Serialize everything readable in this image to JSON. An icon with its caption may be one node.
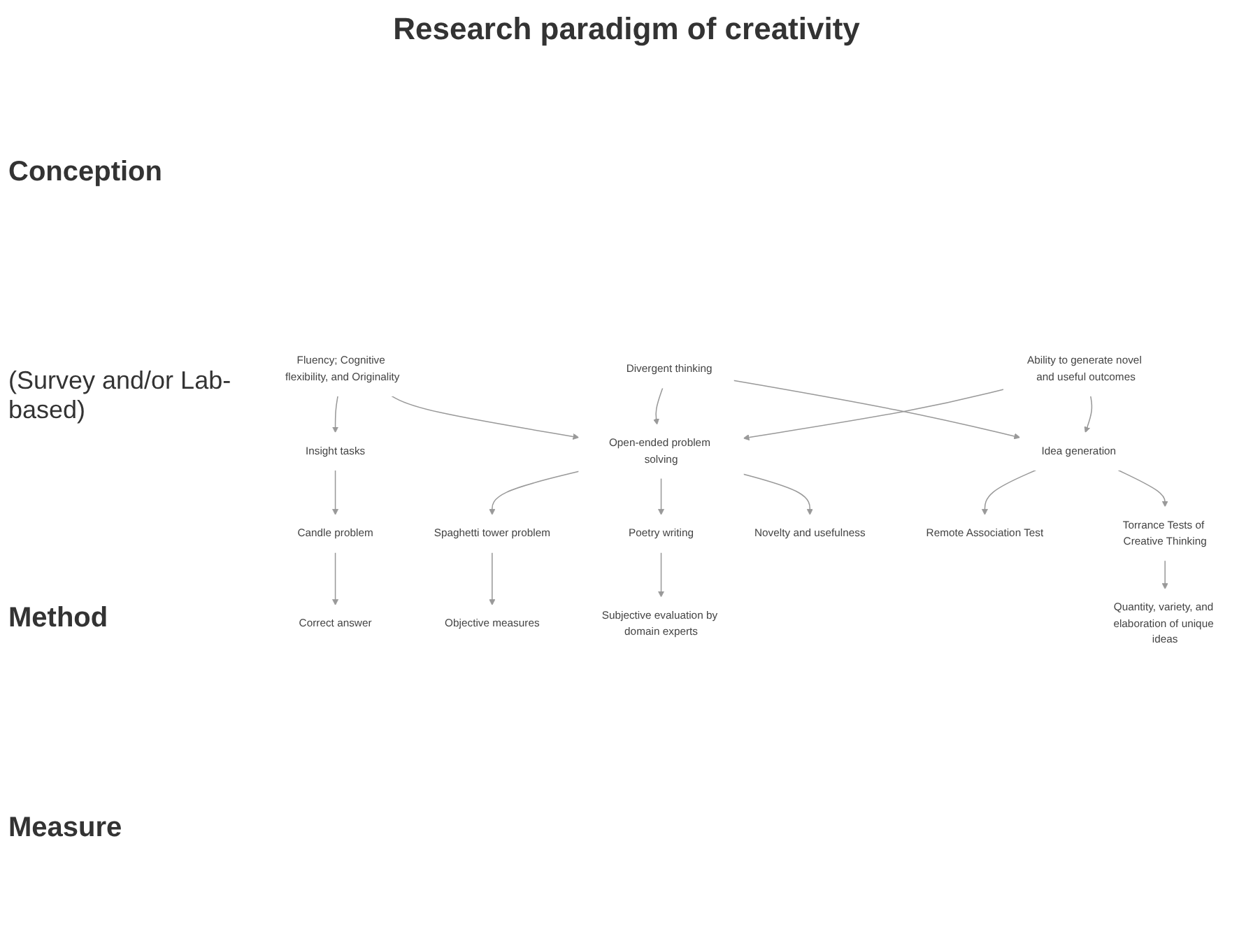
{
  "diagram": {
    "title": "Research paradigm of creativity",
    "nodes": [
      {
        "text": [
          "Fluency; Cognitive flexibility, and Originality"
        ]
      },
      {
        "text": [
          "Divergent thinking"
        ]
      },
      {
        "text": [
          "Ability to generate novel and useful outcomes"
        ]
      },
      {
        "text": [
          "Insight tasks"
        ]
      },
      {
        "text": [
          "Open-ended problem solving"
        ]
      },
      {
        "text": [
          "Idea generation"
        ]
      },
      {
        "text": [
          "Candle problem"
        ]
      },
      {
        "text": [
          "Spaghetti tower problem"
        ]
      },
      {
        "text": [
          "Remote Association Test"
        ]
      },
      {
        "text": [
          "Poetry writing"
        ]
      },
      {
        "text": [
          "Torrance Tests of Creative Thinking"
        ]
      },
      {
        "text": [
          "Correct answer"
        ]
      },
      {
        "text": [
          "Subjective evaluation by domain experts"
        ]
      },
      {
        "text": [
          "Quantity, variety, and elaboration of unique ideas"
        ]
      },
      {
        "text": [
          "Objective measures"
        ]
      },
      {
        "text": [
          "Novelty and usefulness"
        ]
      }
    ],
    "edges": [
      {
        "from": 0,
        "to": 3,
        "arrow": "to"
      },
      {
        "from": 0,
        "to": 4,
        "arrow": "to"
      },
      {
        "from": 1,
        "to": 4,
        "arrow": "to"
      },
      {
        "from": 1,
        "to": 5,
        "arrow": "to"
      },
      {
        "from": 2,
        "to": 4,
        "arrow": "to"
      },
      {
        "from": 2,
        "to": 5,
        "arrow": "to"
      },
      {
        "from": 3,
        "to": 6,
        "arrow": "to"
      },
      {
        "from": 4,
        "to": 7,
        "arrow": "to"
      },
      {
        "from": 4,
        "to": 9,
        "arrow": "to"
      },
      {
        "from": 4,
        "to": 15,
        "arrow": "to"
      },
      {
        "from": 5,
        "to": 8,
        "arrow": "to"
      },
      {
        "from": 5,
        "to": 10,
        "arrow": "to"
      },
      {
        "from": 6,
        "to": 11,
        "arrow": "to"
      },
      {
        "from": 7,
        "to": 14,
        "arrow": "to"
      },
      {
        "from": 9,
        "to": 12,
        "arrow": "to"
      },
      {
        "from": 10,
        "to": 13,
        "arrow": "to"
      }
    ],
    "labels": [
      "Conception",
      "(Survey and/or Lab-based)",
      "Method",
      "Measure"
    ]
  }
}
